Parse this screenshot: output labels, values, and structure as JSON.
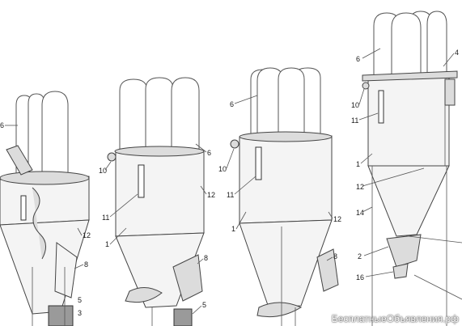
{
  "labels": {
    "u1": [
      "6",
      "8",
      "12",
      "3",
      "5"
    ],
    "u2": [
      "10",
      "6",
      "11",
      "12",
      "1",
      "8",
      "5"
    ],
    "u3": [
      "6",
      "10",
      "11",
      "12",
      "1",
      "8"
    ],
    "u4": [
      "6",
      "4",
      "10",
      "11",
      "1",
      "12",
      "14",
      "2",
      "16"
    ]
  },
  "watermark": "БесплатныеОбъявления.рф"
}
